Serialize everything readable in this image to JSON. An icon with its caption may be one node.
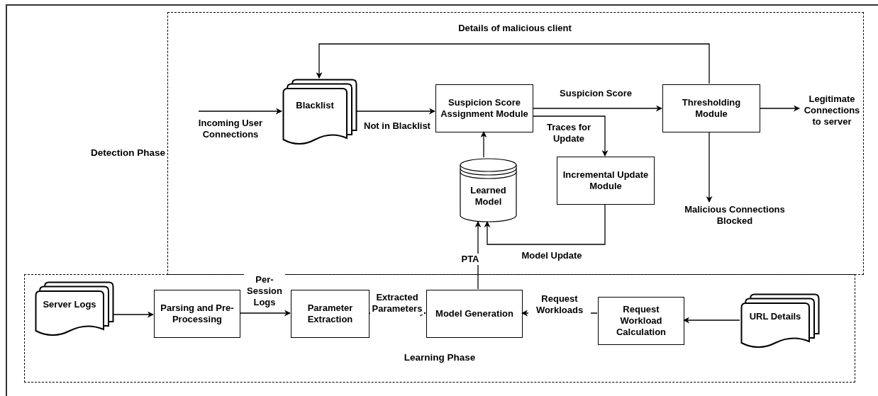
{
  "diagram": {
    "nodes": [
      {
        "text": [
          "Detection Phase"
        ]
      },
      {
        "text": [
          "Learning Phase"
        ]
      },
      {
        "text": [
          "Incoming User Connections"
        ],
        "in": 0
      },
      {
        "text": [
          "Blacklist"
        ],
        "in": 0
      },
      {
        "text": [
          "Suspicion Score Assignment Module"
        ],
        "in": 0
      },
      {
        "text": [
          "Thresholding Module"
        ],
        "in": 0
      },
      {
        "text": [
          "Legitimate Connections to server"
        ],
        "in": 0
      },
      {
        "text": [
          "Malicious Connections Blocked"
        ],
        "in": 0
      },
      {
        "text": [
          "Learned Model"
        ],
        "in": 0
      },
      {
        "text": [
          "Incremental Update Module"
        ],
        "in": 0
      },
      {
        "text": [
          "Server Logs"
        ],
        "in": 1
      },
      {
        "text": [
          "Parsing and Pre-Processing"
        ],
        "in": 1
      },
      {
        "text": [
          "Parameter Extraction"
        ],
        "in": 1
      },
      {
        "text": [
          "Model Generation"
        ],
        "in": 1
      },
      {
        "text": [
          "Request Workload Calculation"
        ],
        "in": 1
      },
      {
        "text": [
          "URL Details"
        ],
        "in": 1
      }
    ],
    "edges": [
      {
        "from": 2,
        "to": 3,
        "arrow": "to"
      },
      {
        "from": 3,
        "to": 4,
        "arrow": "to",
        "label": "Not in Blacklist"
      },
      {
        "from": 4,
        "to": 5,
        "arrow": "to",
        "label": "Suspicion Score"
      },
      {
        "from": 5,
        "to": 6,
        "arrow": "to"
      },
      {
        "from": 5,
        "to": 7,
        "arrow": "to"
      },
      {
        "from": 5,
        "to": 3,
        "arrow": "to",
        "label": "Details of malicious client"
      },
      {
        "from": 4,
        "to": 9,
        "arrow": "to",
        "label": "Traces for Update"
      },
      {
        "from": 8,
        "to": 4,
        "arrow": "to"
      },
      {
        "from": 9,
        "to": 8,
        "arrow": "to",
        "label": "Model Update"
      },
      {
        "from": 13,
        "to": 8,
        "arrow": "to",
        "label": "PTA"
      },
      {
        "from": 10,
        "to": 11,
        "arrow": "to"
      },
      {
        "from": 11,
        "to": 12,
        "arrow": "to",
        "label": "Per-Session Logs"
      },
      {
        "from": 12,
        "to": 13,
        "arrow": "to",
        "label": "Extracted Parameters"
      },
      {
        "from": 14,
        "to": 13,
        "arrow": "to",
        "label": "Request Workloads"
      },
      {
        "from": 15,
        "to": 14,
        "arrow": "to"
      }
    ]
  }
}
